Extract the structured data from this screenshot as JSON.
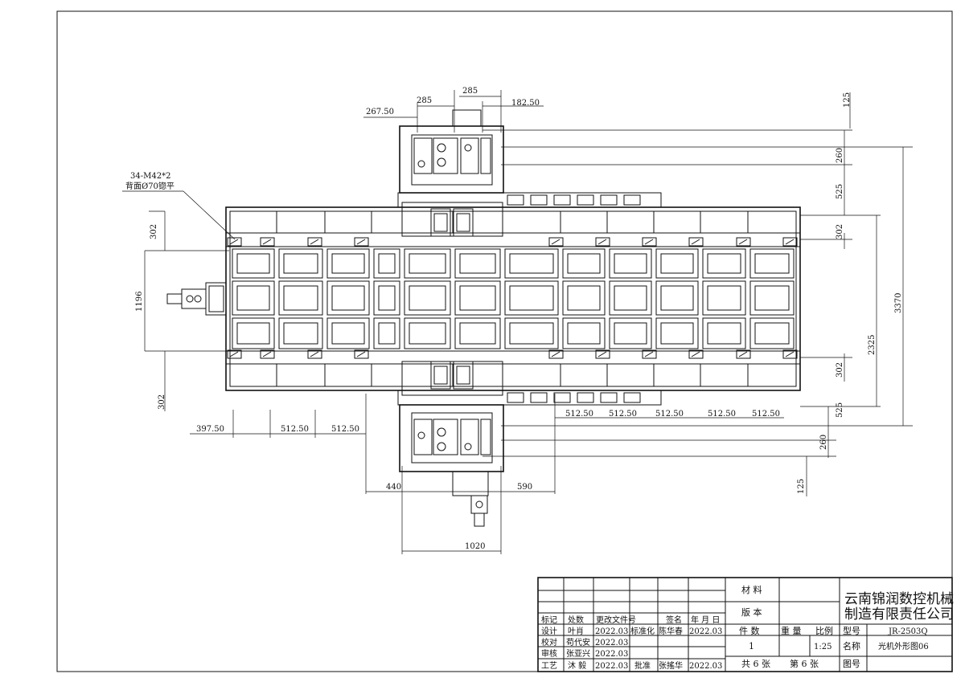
{
  "dimensions": {
    "top_267": "267.50",
    "top_285a": "285",
    "top_285b": "285",
    "top_182": "182.50",
    "left_302a": "302",
    "left_1196": "1196",
    "left_302b": "302",
    "right_125a": "125",
    "right_260a": "260",
    "right_525a": "525",
    "right_302a": "302",
    "right_2325": "2325",
    "right_3370": "3370",
    "right_302b": "302",
    "right_525b": "525",
    "right_260b": "260",
    "right_125b": "125",
    "bottom_397": "397.50",
    "bottom_512a": "512.50",
    "bottom_512b": "512.50",
    "right_512": [
      "512.50",
      "512.50",
      "512.50",
      "512.50",
      "512.50"
    ],
    "dim_440": "440",
    "dim_590": "590",
    "dim_1020": "1020"
  },
  "annotation": {
    "line1": "34-M42*2",
    "line2": "背面Ø70锪平"
  },
  "title_block": {
    "material_label": "材 料",
    "version_label": "版 本",
    "company_line1": "云南锦润数控机械",
    "company_line2": "制造有限责任公司",
    "hdr_mark": "标记",
    "hdr_count": "处数",
    "hdr_change_doc": "更改文件号",
    "hdr_sign": "签名",
    "hdr_date": "年 月 日",
    "design_label": "设计",
    "design_name": "叶肖",
    "design_date": "2022.03",
    "standard_label": "标准化",
    "standard_name": "陈华春",
    "standard_date": "2022.03",
    "check_label": "校对",
    "check_name": "苟代安",
    "check_date": "2022.03",
    "review_label": "审核",
    "review_name": "张亚兴",
    "review_date": "2022.03",
    "process_label": "工艺",
    "process_name": "沐 毅",
    "process_date": "2022.03",
    "approve_label": "批准",
    "approve_name": "张搖华",
    "approve_date": "2022.03",
    "pieces_label": "件 数",
    "weight_label": "重 量",
    "scale_label": "比例",
    "model_label": "型号",
    "model_value": "JR-2503Q",
    "pieces_value": "1",
    "scale_value": "1:25",
    "name_label": "名称",
    "name_value": "光机外形图06",
    "sheets_text": "共 6 张",
    "sheet_no_text": "第 6 张",
    "drawing_no_label": "图号"
  }
}
